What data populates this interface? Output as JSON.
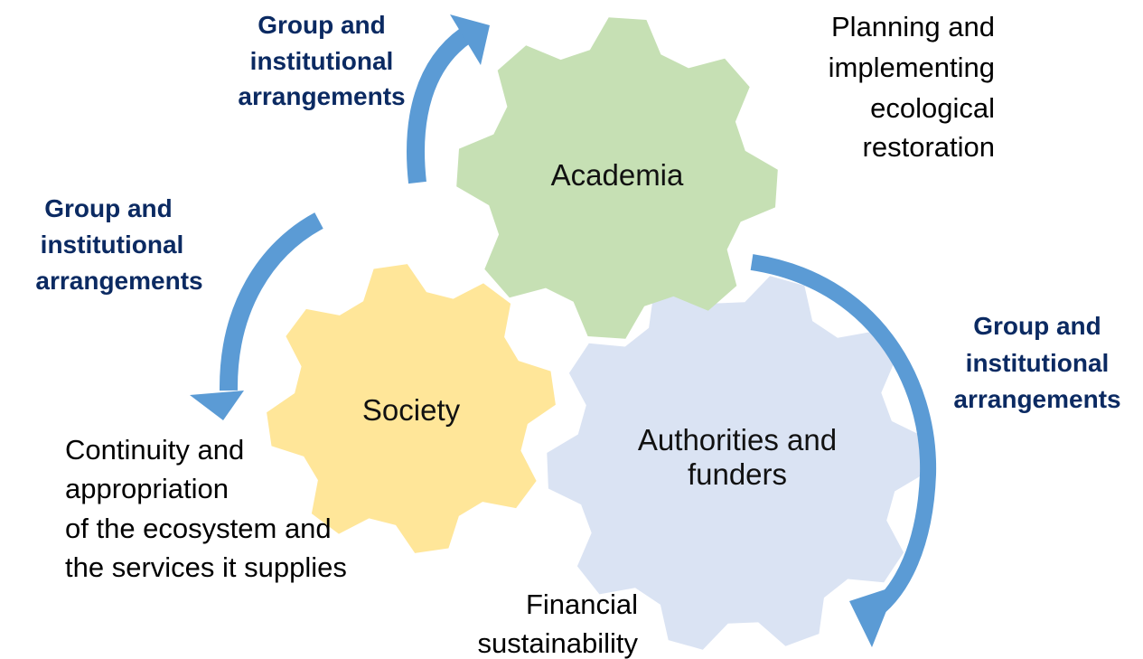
{
  "colors": {
    "academia_gear": "#c6e0b4",
    "society_gear": "#ffe699",
    "authorities_gear": "#dae3f3",
    "arrow": "#5b9bd5",
    "arrangement_text": "#0b2a62"
  },
  "gears": {
    "academia": "Academia",
    "society": "Society",
    "authorities": [
      "Authorities and",
      "funders"
    ]
  },
  "outcomes": {
    "academia": [
      "Planning and",
      "implementing",
      "ecological",
      "restoration"
    ],
    "society": [
      "Continuity and",
      "appropriation",
      "of the ecosystem and",
      "the services it supplies"
    ],
    "authorities": [
      "Financial",
      "sustainability"
    ]
  },
  "arrangements": {
    "top": [
      "Group and",
      "institutional",
      "arrangements"
    ],
    "left": [
      "Group and",
      "institutional",
      "arrangements"
    ],
    "right": [
      "Group and",
      "institutional",
      "arrangements"
    ]
  }
}
